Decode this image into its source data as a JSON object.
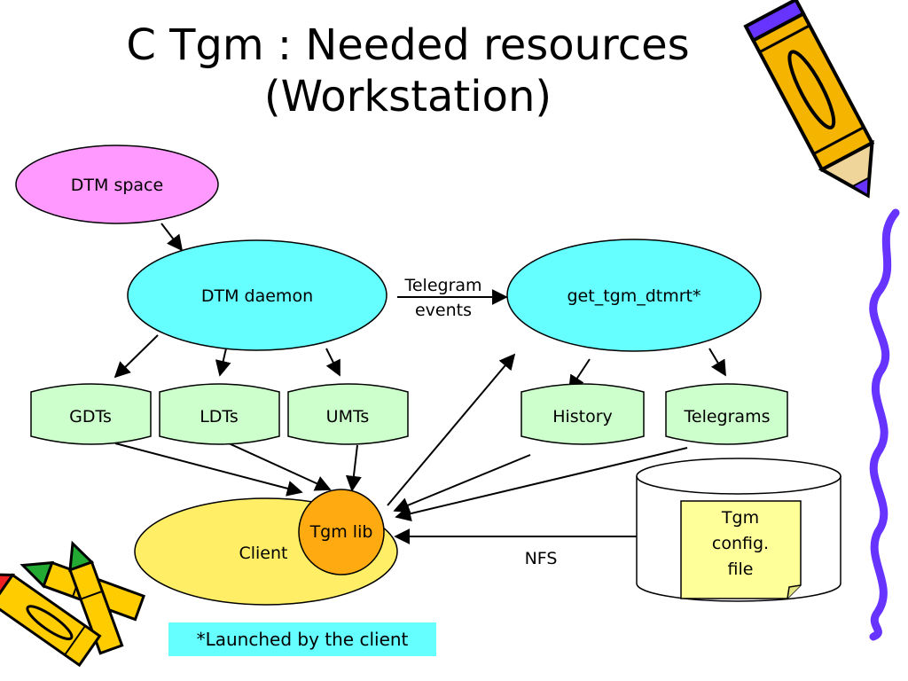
{
  "title": {
    "line1": "C Tgm : Needed resources",
    "line2": "(Workstation)"
  },
  "nodes": {
    "dtm_space": "DTM space",
    "dtm_daemon": "DTM daemon",
    "get_tgm": "get_tgm_dtmrt*",
    "gdts": "GDTs",
    "ldts": "LDTs",
    "umts": "UMTs",
    "history": "History",
    "telegrams": "Telegrams",
    "client": "Client",
    "tgm_lib": "Tgm lib",
    "config_file": [
      "Tgm",
      "config.",
      "file"
    ]
  },
  "edges": {
    "telegram_events": [
      "Telegram",
      "events"
    ],
    "nfs": "NFS"
  },
  "footnote": "*Launched by the client",
  "colors": {
    "dtm_space": "#ff99ff",
    "daemon": "#66ffff",
    "documents": "#ccffcc",
    "client": "#ffee66",
    "tgm_lib": "#ffaa11",
    "config": "#ffff99",
    "footnote_bg": "#66ffff",
    "border_accent": "#6633ff"
  },
  "icons": [
    "pencil-icon",
    "crayons-icon",
    "squiggle-border-icon"
  ]
}
